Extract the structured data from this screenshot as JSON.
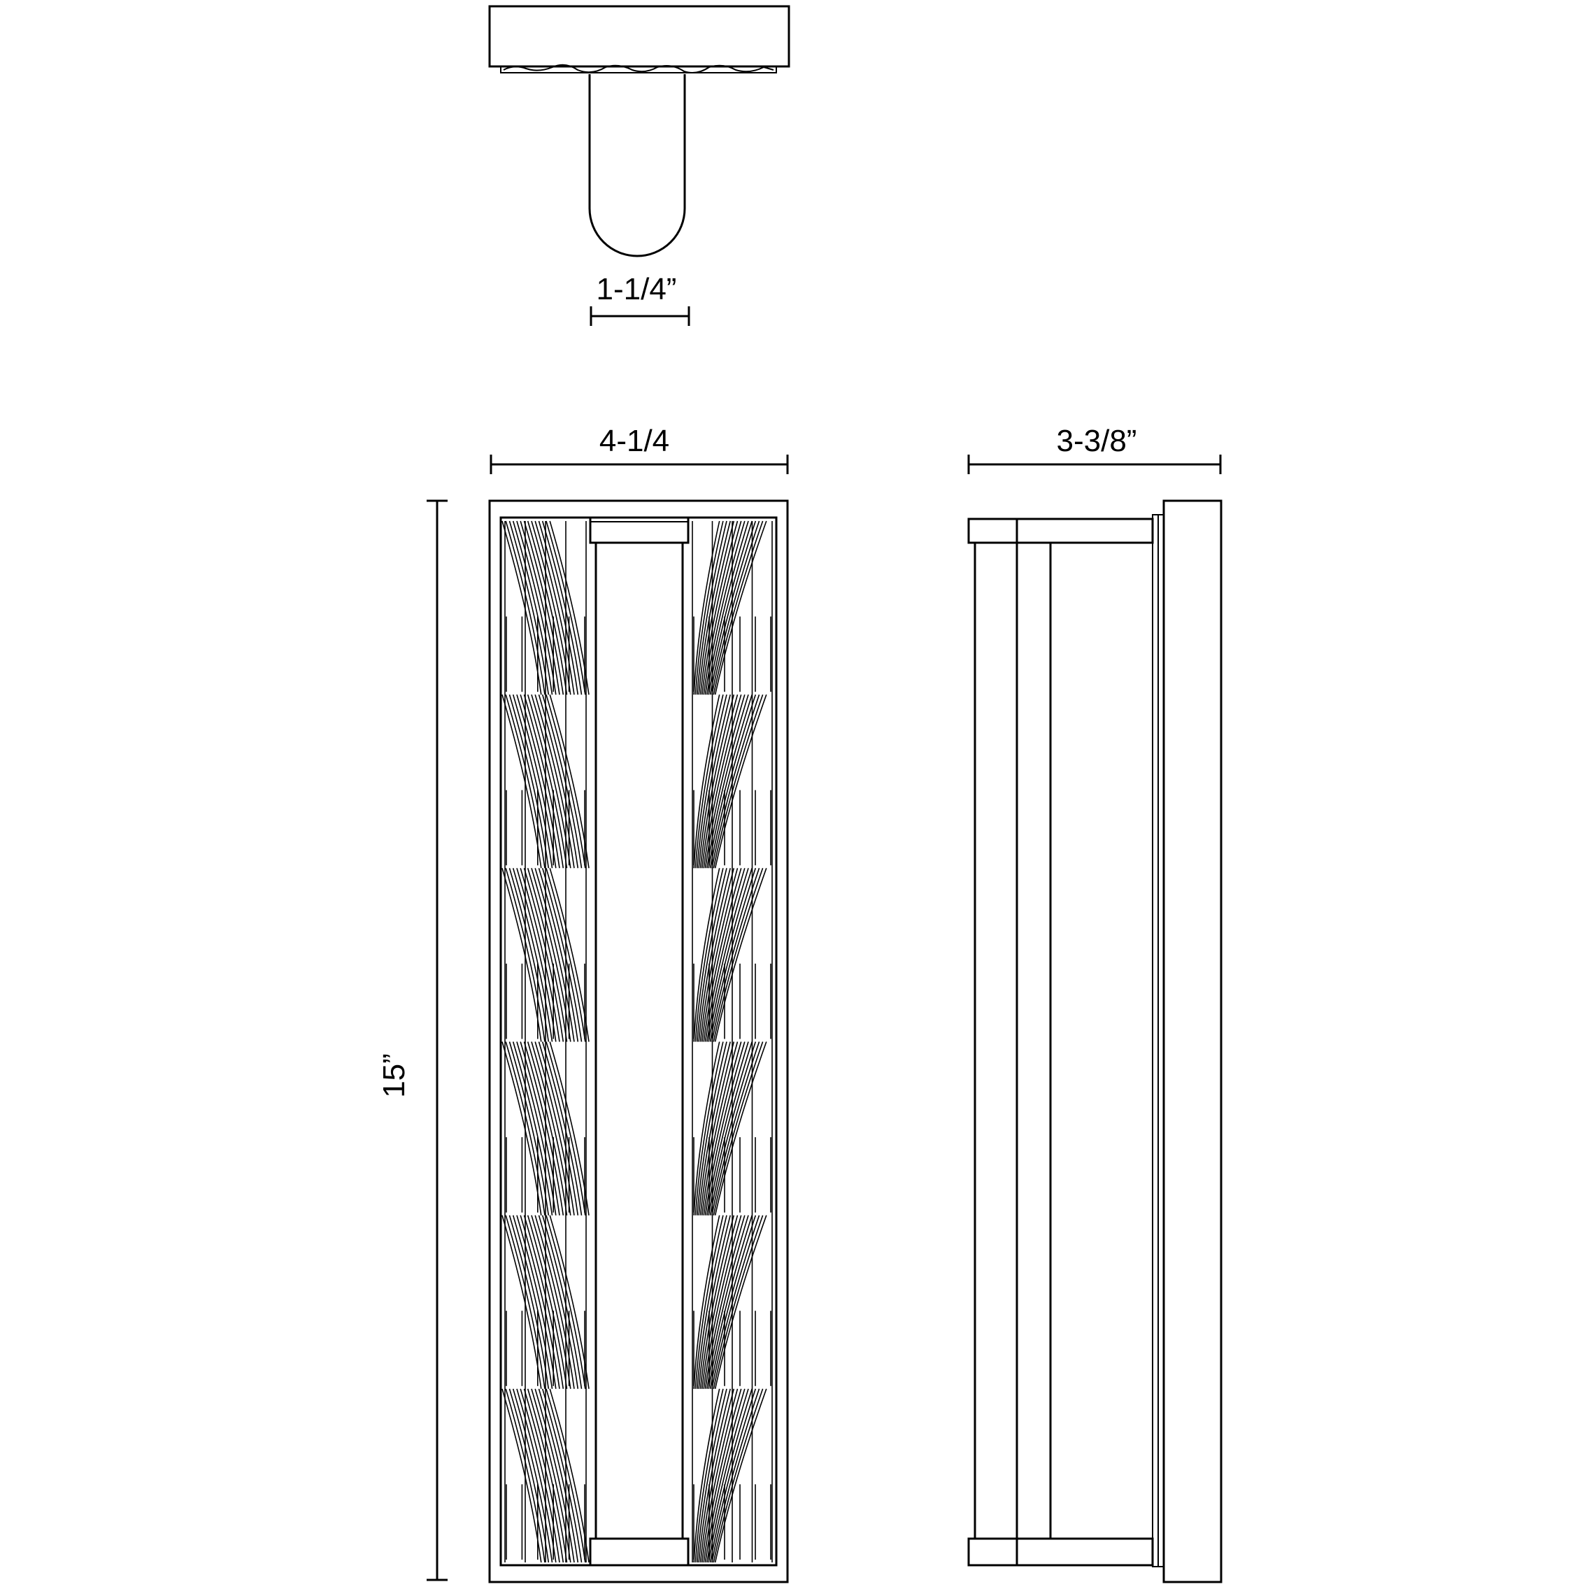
{
  "dimensions": {
    "top_view_width": "1-1/4”",
    "front_width": "4-1/4",
    "side_depth": "3-3/8”",
    "height": "15”"
  }
}
